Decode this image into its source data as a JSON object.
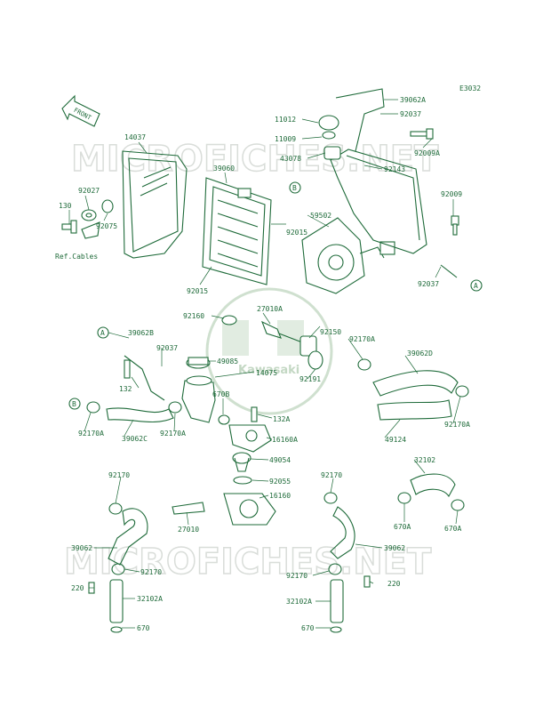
{
  "diagram_code": "E3032",
  "front_arrow_label": "FRONT",
  "watermark": {
    "top": "MICROFICHES.NET",
    "bottom": "MICROFICHES.NET",
    "logo": "Kawasaki"
  },
  "ref_note": "Ref.Cables",
  "callouts": {
    "A": "A",
    "B": "B"
  },
  "labels": {
    "p39062A": "39062A",
    "p92037_a": "92037",
    "p11012": "11012",
    "p11009": "11009",
    "p43078": "43078",
    "p92009A": "92009A",
    "p92143": "92143",
    "p14037": "14037",
    "p39060": "39060",
    "p92027": "92027",
    "p130": "130",
    "p92075": "92075",
    "p92009": "92009",
    "p59502": "59502",
    "p92015_a": "92015",
    "p92037_b": "92037",
    "p92015_b": "92015",
    "p92160": "92160",
    "p27010A": "27010A",
    "p92150": "92150",
    "p92170A_a": "92170A",
    "p39062B": "39062B",
    "p92037_c": "92037",
    "p49085": "49085",
    "p14075": "14075",
    "p92191": "92191",
    "p39062D": "39062D",
    "p132": "132",
    "p670B": "670B",
    "p132A": "132A",
    "p92170A_b": "92170A",
    "p39062C": "39062C",
    "p92170A_c": "92170A",
    "p16160A": "16160A",
    "p49124": "49124",
    "p92170A_d": "92170A",
    "p49054": "49054",
    "p92170_a": "92170",
    "p92055": "92055",
    "p92170_b": "92170",
    "p32102": "32102",
    "p16160": "16160",
    "p27010": "27010",
    "p670A_a": "670A",
    "p670A_b": "670A",
    "p39062_a": "39062",
    "p39062_b": "39062",
    "p92170_c": "92170",
    "p92170_d": "92170",
    "p220_a": "220",
    "p220_b": "220",
    "p32102A_a": "32102A",
    "p32102A_b": "32102A",
    "p670_a": "670",
    "p670_b": "670"
  }
}
